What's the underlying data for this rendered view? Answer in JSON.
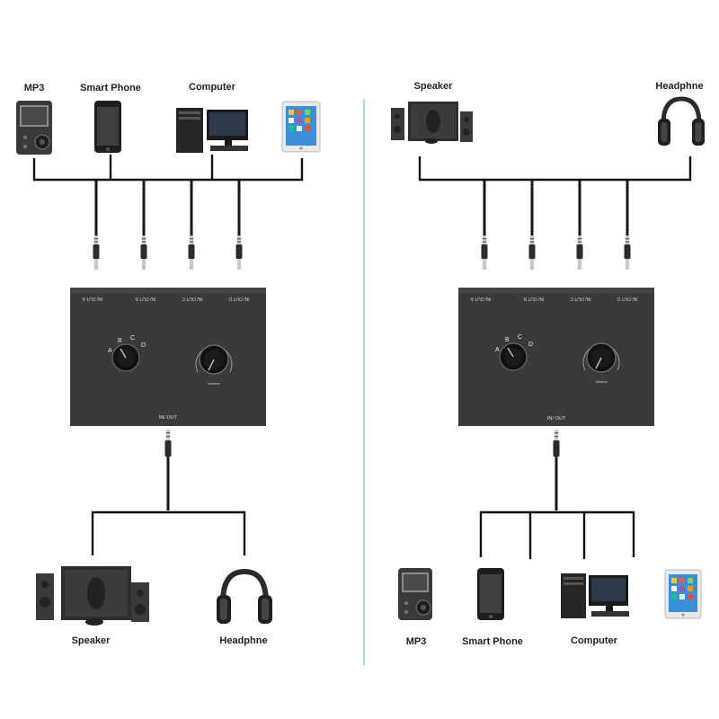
{
  "left_panel": {
    "top_devices": {
      "mp3": "MP3",
      "smart_phone": "Smart Phone",
      "computer": "Computer"
    },
    "switch": {
      "ports": [
        "IN/ OUT A",
        "IN/ OUT B",
        "IN/ OUT C",
        "IN/ OUT D"
      ],
      "selector_letters": [
        "A",
        "B",
        "C",
        "D"
      ],
      "volume_label": "Volume",
      "bottom_port": "IN/ OUT"
    },
    "bottom_devices": {
      "speaker": "Speaker",
      "headphone": "Headphne"
    }
  },
  "right_panel": {
    "top_devices": {
      "speaker": "Speaker",
      "headphone": "Headphne"
    },
    "switch": {
      "ports": [
        "IN/ OUT A",
        "IN/ OUT B",
        "IN/ OUT C",
        "IN/ OUT D"
      ],
      "selector_letters": [
        "A",
        "B",
        "C",
        "D"
      ],
      "volume_label": "Volume",
      "bottom_port": "IN/ OUT"
    },
    "bottom_devices": {
      "mp3": "MP3",
      "smart_phone": "Smart Phone",
      "computer": "Computer"
    }
  },
  "colors": {
    "switch_body": "#3a3a3a",
    "divider": "#8fd0d8",
    "wire": "#111111"
  }
}
